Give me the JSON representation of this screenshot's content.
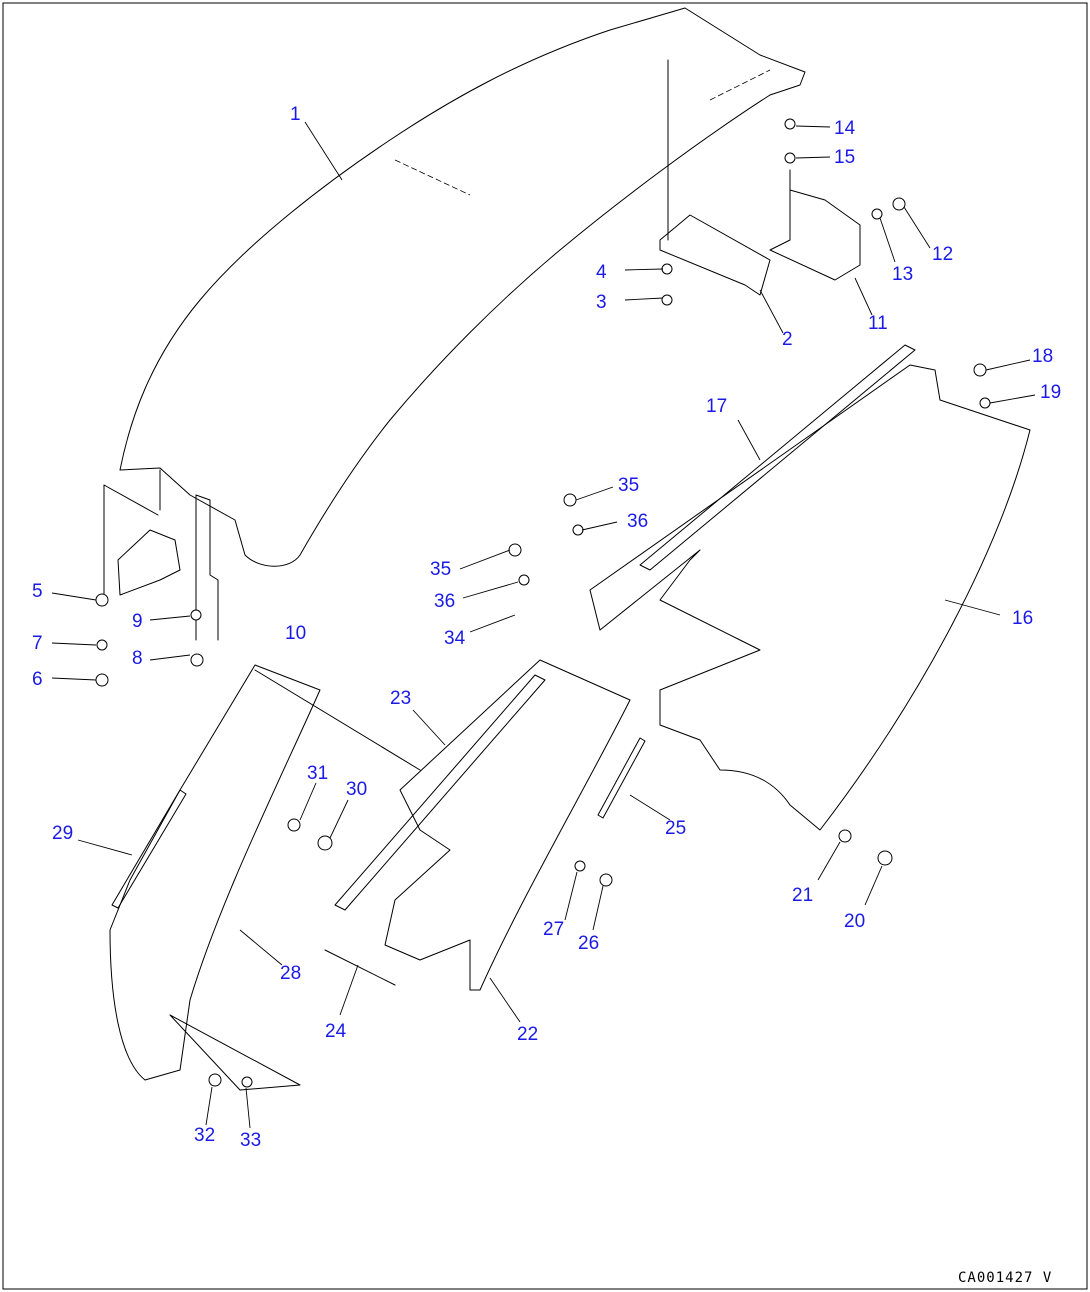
{
  "diagram": {
    "drawing_code": "CA001427 V",
    "callout_color": "#1a1ae6",
    "callouts": [
      "1",
      "2",
      "3",
      "4",
      "5",
      "6",
      "7",
      "8",
      "9",
      "10",
      "11",
      "12",
      "13",
      "14",
      "15",
      "16",
      "17",
      "18",
      "19",
      "20",
      "21",
      "22",
      "23",
      "24",
      "25",
      "26",
      "27",
      "28",
      "29",
      "30",
      "31",
      "32",
      "33",
      "34",
      "35",
      "36",
      "35",
      "36"
    ]
  }
}
